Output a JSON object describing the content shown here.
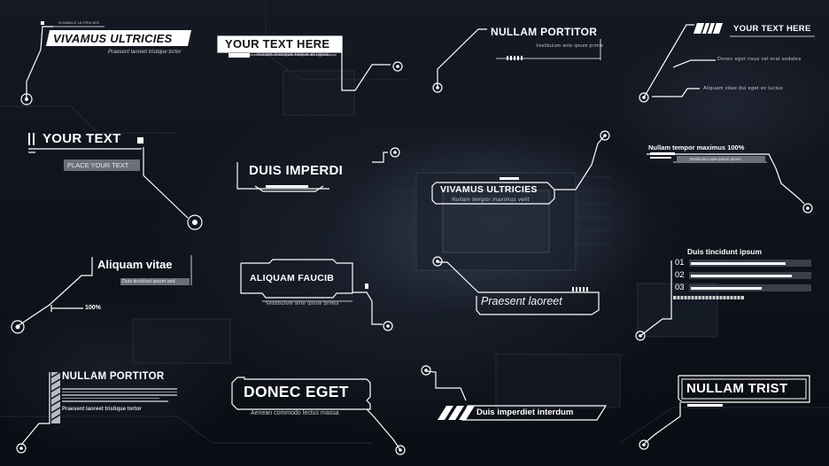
{
  "graphics": {
    "g1": {
      "small": "VIVAMUS ULTRICIES",
      "title": "VIVAMUS ULTRICIES",
      "sub": "Praesent laoreet tristique tortor"
    },
    "g2": {
      "title": "YOUR TEXT HERE",
      "sub": "Nullam tristique neque et ligula"
    },
    "g3": {
      "title": "NULLAM PORTITOR",
      "sub": "Vestibulum ante ipsum primis"
    },
    "g4": {
      "title": "YOUR TEXT HERE",
      "line1": "Donec eget risus vel erat sodales",
      "line2": "Aliquam vitae dui eget ex luctus"
    },
    "g5": {
      "title": "YOUR TEXT",
      "sub": "PLACE YOUR TEXT"
    },
    "g6": {
      "title": "DUIS IMPERDI"
    },
    "g7": {
      "title": "VIVAMUS ULTRICIES",
      "sub": "Nullam tempor maximus velit"
    },
    "g8": {
      "title": "Nullam tempor maximus 100%",
      "sub": "Vestibulum ante ipsum primis"
    },
    "g9": {
      "title": "Aliquam vitae",
      "sub": "Duis tincidunt ipsum sed",
      "percent": "100%"
    },
    "g10": {
      "title": "ALIQUAM FAUCIB",
      "sub": "Vestibulum ante ipsum primis"
    },
    "g11": {
      "title": "Praesent laoreet"
    },
    "g12": {
      "title": "Duis tincidunt ipsum",
      "items": [
        {
          "label": "01",
          "fill": 0.8
        },
        {
          "label": "02",
          "fill": 0.85
        },
        {
          "label": "03",
          "fill": 0.6
        }
      ]
    },
    "g13": {
      "title": "NULLAM PORTITOR",
      "sub": "Praesent laoreet tristique tortor"
    },
    "g14": {
      "title": "DONEC EGET",
      "sub": "Aenean commodo lectus massa"
    },
    "g15": {
      "title": "Duis imperdiet interdum"
    },
    "g16": {
      "title": "NULLAM TRIST"
    }
  },
  "colors": {
    "line": "#ffffff",
    "panel": "#6a6f78",
    "background": "#0d1119"
  }
}
